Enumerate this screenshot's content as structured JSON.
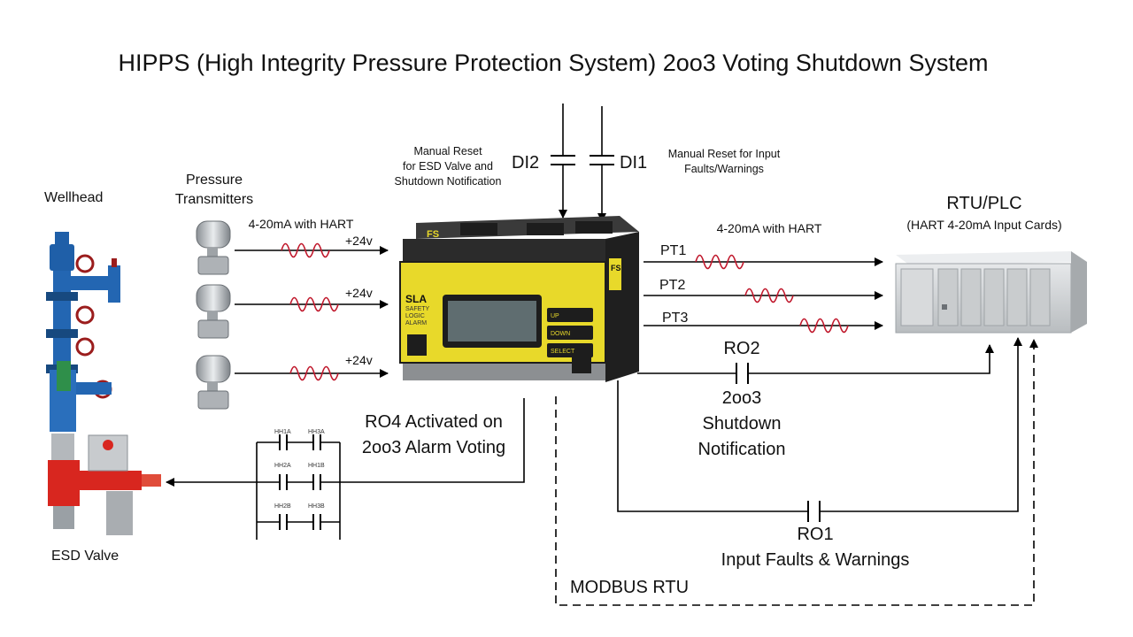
{
  "title": "HIPPS (High Integrity Pressure Protection System) 2oo3 Voting Shutdown System",
  "labels": {
    "wellhead": "Wellhead",
    "esd_valve": "ESD Valve",
    "pressure_transmitters_1": "Pressure",
    "pressure_transmitters_2": "Transmitters",
    "hart_in": "4-20mA with HART",
    "hart_out": "4-20mA with HART",
    "v24_1": "+24v",
    "v24_2": "+24v",
    "v24_3": "+24v",
    "manual_reset_esd_1": "Manual Reset",
    "manual_reset_esd_2": "for ESD Valve and",
    "manual_reset_esd_3": "Shutdown Notification",
    "manual_reset_input_1": "Manual Reset for Input",
    "manual_reset_input_2": "Faults/Warnings",
    "di2": "DI2",
    "di1": "DI1",
    "rtu_plc": "RTU/PLC",
    "rtu_cards": "(HART 4-20mA Input Cards)",
    "pt1": "PT1",
    "pt2": "PT2",
    "pt3": "PT3",
    "ro2": "RO2",
    "shutdown_1": "2oo3",
    "shutdown_2": "Shutdown",
    "shutdown_3": "Notification",
    "ro4_1": "RO4 Activated on",
    "ro4_2": "2oo3 Alarm Voting",
    "ro1": "RO1",
    "input_faults": "Input Faults & Warnings",
    "modbus": "MODBUS RTU",
    "hh1a": "HH1A",
    "hh3a": "HH3A",
    "hh2a": "HH2A",
    "hh1b": "HH1B",
    "hh2b": "HH2B",
    "hh3b": "HH3B"
  },
  "device": {
    "brand": "FS",
    "model_1": "SLA",
    "model_2": "SAFETY",
    "model_3": "LOGIC",
    "model_4": "ALARM",
    "btn_up": "UP",
    "btn_down": "DOWN",
    "btn_select": "SELECT",
    "side_label": "FS"
  },
  "colors": {
    "wire": "#000000",
    "signal_wave": "#c0182c",
    "device_yellow": "#e8d92a",
    "device_dark": "#2b2b2b",
    "wellhead_blue": "#1f5fa8",
    "valve_red": "#d8261f",
    "plc_gray": "#cfd2d4"
  }
}
